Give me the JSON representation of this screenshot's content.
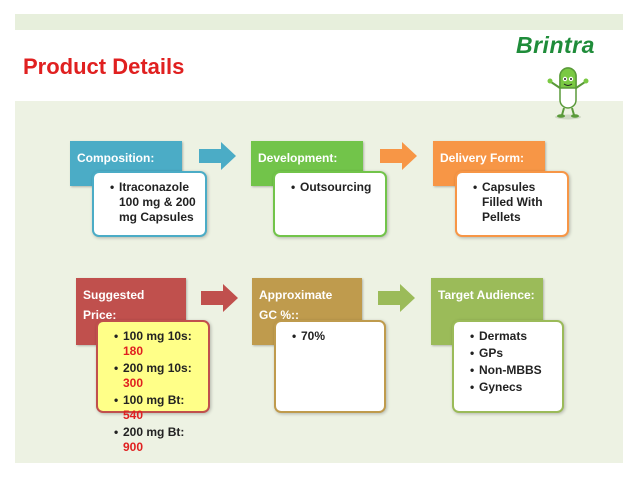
{
  "slide": {
    "title": "Product Details",
    "brand": "Brintra"
  },
  "cards": [
    {
      "heading": "Composition:",
      "items": [
        "Itraconazole 100 mg & 200 mg Capsules"
      ],
      "heading_color": "#4bacc6",
      "border_color": "#4bacc6"
    },
    {
      "heading": "Development:",
      "items": [
        "Outsourcing"
      ],
      "heading_color": "#72c44a",
      "border_color": "#72c44a"
    },
    {
      "heading": "Delivery Form:",
      "items": [
        "Capsules Filled With Pellets"
      ],
      "heading_color": "#f79646",
      "border_color": "#f79646"
    },
    {
      "heading": "Suggested Price:",
      "heading_color": "#c0504d",
      "border_color": "#c0504d",
      "box_fill": "#ffff88",
      "prices": [
        {
          "label": "100 mg 10s:",
          "value": "180"
        },
        {
          "label": "200 mg 10s:",
          "value": "300"
        },
        {
          "label": "100 mg Bt:",
          "value": "540"
        },
        {
          "label": "200 mg Bt:",
          "value": "900"
        }
      ]
    },
    {
      "heading_line1": "Approximate",
      "heading_line2": "GC %::",
      "items": [
        "70%"
      ],
      "heading_color": "#bf9b4d",
      "border_color": "#bf9b4d"
    },
    {
      "heading": "Target Audience:",
      "items": [
        "Dermats",
        "GPs",
        "Non-MBBS",
        "Gynecs"
      ],
      "heading_color": "#9bbb59",
      "border_color": "#9bbb59"
    }
  ],
  "arrows": [
    {
      "icon": "right-arrow-icon",
      "color": "#4bacc6"
    },
    {
      "icon": "right-arrow-icon",
      "color": "#f79646"
    },
    {
      "icon": "right-arrow-icon",
      "color": "#c0504d"
    },
    {
      "icon": "right-arrow-icon",
      "color": "#9bbb59"
    }
  ],
  "mascot_icon": "capsule-mascot-icon"
}
